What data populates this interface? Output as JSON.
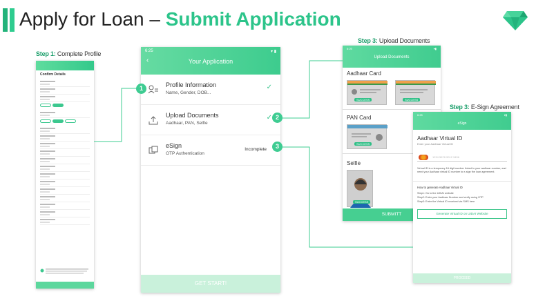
{
  "header": {
    "title_plain": "Apply for Loan – ",
    "title_highlight": "Submit Application",
    "brand_icon": "diamond-gem-icon",
    "accent": "#2cc48a"
  },
  "labels": {
    "step1_num": "Step 1:",
    "step1_text": " Complete Profile",
    "step3a_num": "Step 3:",
    "step3a_text": " Upload Documents",
    "step3b_num": "Step 3:",
    "step3b_text": " E-Sign Agreement"
  },
  "profile_screen": {
    "heading": "Confirm Details"
  },
  "main_screen": {
    "time": "6:25",
    "title": "Your Application",
    "items": [
      {
        "title": "Profile Information",
        "subtitle": "Name, Gender, DOB...",
        "icon": "user-list-icon",
        "status_icon": "check-icon"
      },
      {
        "title": "Upload Documents",
        "subtitle": "Aadhaar, PAN, Selfie",
        "icon": "upload-icon",
        "status_icon": "check-icon"
      },
      {
        "title": "eSign",
        "subtitle": "OTP Authentication",
        "icon": "copy-sign-icon",
        "status": "Incomplete"
      }
    ],
    "cta": "GET START!"
  },
  "upload_screen": {
    "time": "6:25",
    "title": "Upload Documents",
    "sections": [
      "Aadhaar Card",
      "PAN Card",
      "Selfie"
    ],
    "success": "SUCCESS",
    "submit": "SUBMITT"
  },
  "esign_screen": {
    "time": "6:25",
    "title": "eSign",
    "heading": "Aadhaar Virtual ID",
    "subheading": "Enter your Aadhaar Virtual ID",
    "placeholder": "1234 5678 9012 3456",
    "note": "Virtual ID is a temporary 16 digit number linked to your aadhaar number, and need your Aadhaar virtual ID number to e-sign the loan agreement.",
    "how_title": "How to generate Aadhaar Virtual ID",
    "steps": [
      "Step1: Go to the UIDAI website",
      "Step2: Enter your Aadhaar Number and verify using OTP",
      "Step3: Enter the Virtual ID received via SMS here"
    ],
    "generate": "Generate Virtual ID on UIDAI Website",
    "proceed": "PROCEED"
  },
  "badges": [
    "1",
    "2",
    "3"
  ]
}
